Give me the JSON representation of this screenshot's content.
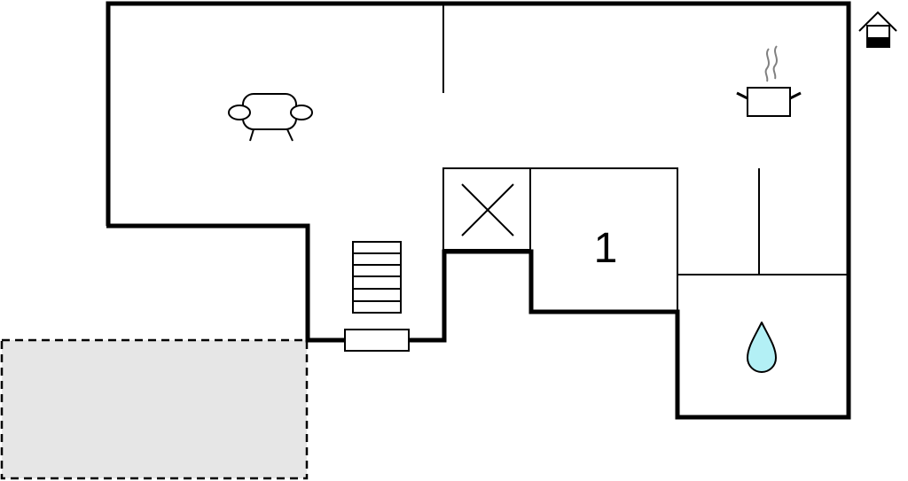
{
  "floorplan": {
    "rooms": [
      {
        "id": "living-room",
        "icon": "sofa-icon"
      },
      {
        "id": "kitchen",
        "icon": "cooking-pot-icon"
      },
      {
        "id": "bedroom-1",
        "label": "1"
      },
      {
        "id": "bathroom",
        "icon": "water-drop-icon"
      },
      {
        "id": "storage",
        "icon": "cross-mark-icon"
      },
      {
        "id": "stairs",
        "icon": "staircase-icon"
      }
    ],
    "bedroom_label": "1",
    "floor_indicator_icon": "house-floor-icon",
    "terrace": {
      "style": "dashed",
      "fill": "#e6e6e6"
    },
    "colors": {
      "walls": "#000000",
      "water": "#b3f0f5",
      "steam": "#808080",
      "terrace": "#e6e6e6"
    }
  }
}
